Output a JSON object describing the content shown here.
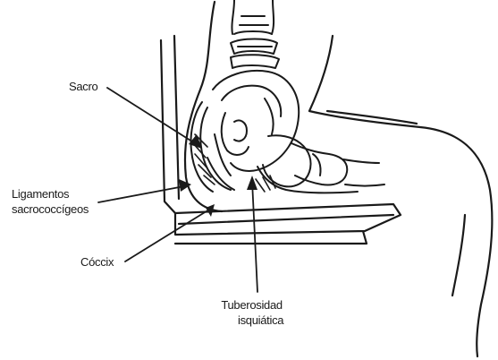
{
  "labels": {
    "sacro": "Sacro",
    "ligamentos_line1": "Ligamentos",
    "ligamentos_line2": "sacrococcígeos",
    "coccix": "Cóccix",
    "tuberosidad_line1": "Tuberosidad",
    "tuberosidad_line2": "isquiática"
  },
  "colors": {
    "ink": "#1a1a1a",
    "background": "#ffffff"
  }
}
